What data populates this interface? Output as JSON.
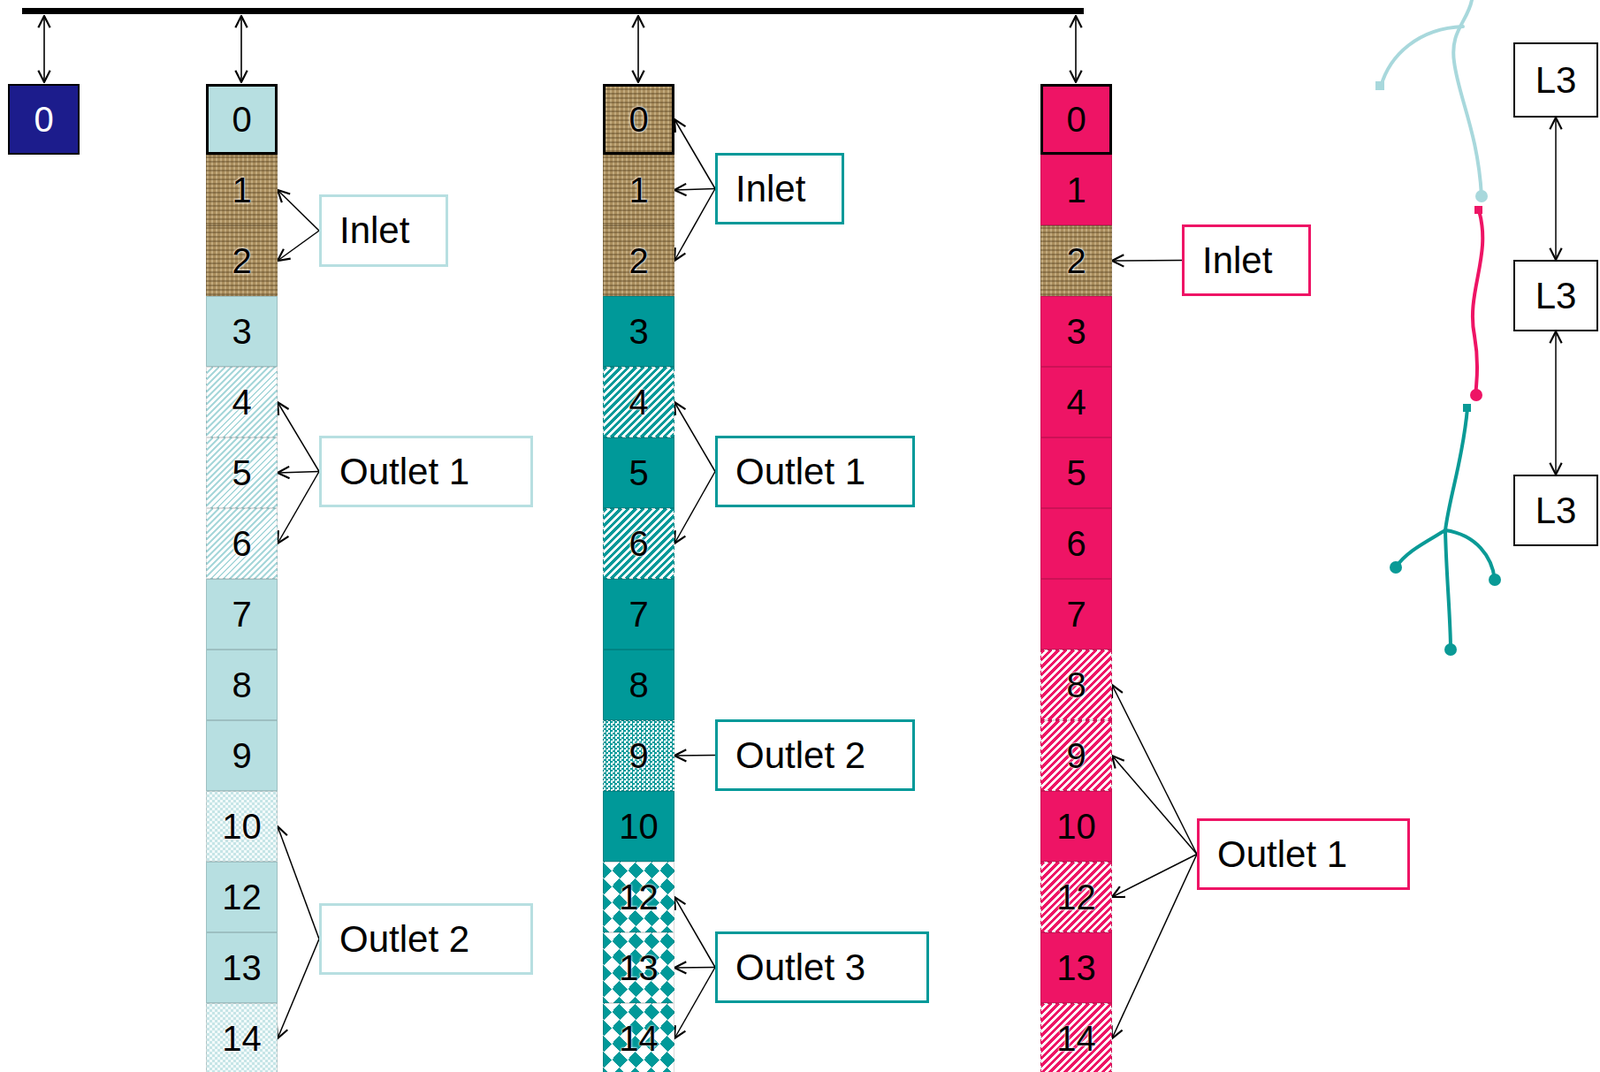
{
  "diagram": {
    "nodes": [
      {
        "text": [
          "0"
        ]
      },
      {
        "text": [
          "0"
        ]
      },
      {
        "text": [
          "1"
        ]
      },
      {
        "text": [
          "2"
        ]
      },
      {
        "text": [
          "3"
        ]
      },
      {
        "text": [
          "4"
        ]
      },
      {
        "text": [
          "5"
        ]
      },
      {
        "text": [
          "6"
        ]
      },
      {
        "text": [
          "7"
        ]
      },
      {
        "text": [
          "8"
        ]
      },
      {
        "text": [
          "9"
        ]
      },
      {
        "text": [
          "10"
        ]
      },
      {
        "text": [
          "12"
        ]
      },
      {
        "text": [
          "13"
        ]
      },
      {
        "text": [
          "14"
        ]
      },
      {
        "text": [
          "Inlet"
        ]
      },
      {
        "text": [
          "Outlet 1"
        ]
      },
      {
        "text": [
          "Outlet 2"
        ]
      },
      {
        "text": [
          "0"
        ]
      },
      {
        "text": [
          "1"
        ]
      },
      {
        "text": [
          "2"
        ]
      },
      {
        "text": [
          "3"
        ]
      },
      {
        "text": [
          "4"
        ]
      },
      {
        "text": [
          "5"
        ]
      },
      {
        "text": [
          "6"
        ]
      },
      {
        "text": [
          "7"
        ]
      },
      {
        "text": [
          "8"
        ]
      },
      {
        "text": [
          "9"
        ]
      },
      {
        "text": [
          "10"
        ]
      },
      {
        "text": [
          "12"
        ]
      },
      {
        "text": [
          "13"
        ]
      },
      {
        "text": [
          "14"
        ]
      },
      {
        "text": [
          "Inlet"
        ]
      },
      {
        "text": [
          "Outlet 1"
        ]
      },
      {
        "text": [
          "Outlet 2"
        ]
      },
      {
        "text": [
          "Outlet 3"
        ]
      },
      {
        "text": [
          "0"
        ]
      },
      {
        "text": [
          "1"
        ]
      },
      {
        "text": [
          "2"
        ]
      },
      {
        "text": [
          "3"
        ]
      },
      {
        "text": [
          "4"
        ]
      },
      {
        "text": [
          "5"
        ]
      },
      {
        "text": [
          "6"
        ]
      },
      {
        "text": [
          "7"
        ]
      },
      {
        "text": [
          "8"
        ]
      },
      {
        "text": [
          "9"
        ]
      },
      {
        "text": [
          "10"
        ]
      },
      {
        "text": [
          "12"
        ]
      },
      {
        "text": [
          "13"
        ]
      },
      {
        "text": [
          "14"
        ]
      },
      {
        "text": [
          "Inlet"
        ]
      },
      {
        "text": [
          "Outlet 1"
        ]
      },
      {
        "text": [
          "L3"
        ]
      },
      {
        "text": [
          "L3"
        ]
      },
      {
        "text": [
          "L3"
        ]
      }
    ],
    "edges": [
      {
        "from": 15,
        "to": 2,
        "arrow": "to"
      },
      {
        "from": 15,
        "to": 3,
        "arrow": "to"
      },
      {
        "from": 16,
        "to": 5,
        "arrow": "to"
      },
      {
        "from": 16,
        "to": 6,
        "arrow": "to"
      },
      {
        "from": 16,
        "to": 7,
        "arrow": "to"
      },
      {
        "from": 17,
        "to": 11,
        "arrow": "to"
      },
      {
        "from": 17,
        "to": 14,
        "arrow": "to"
      },
      {
        "from": 1,
        "to": 5,
        "arrow": "both"
      },
      {
        "from": 1,
        "to": 6,
        "arrow": "both"
      },
      {
        "from": 1,
        "to": 7,
        "arrow": "both"
      },
      {
        "from": 1,
        "to": 11,
        "arrow": "both"
      },
      {
        "from": 1,
        "to": 14,
        "arrow": "both"
      },
      {
        "from": 32,
        "to": 18,
        "arrow": "to"
      },
      {
        "from": 32,
        "to": 19,
        "arrow": "to"
      },
      {
        "from": 32,
        "to": 20,
        "arrow": "to"
      },
      {
        "from": 33,
        "to": 22,
        "arrow": "to"
      },
      {
        "from": 33,
        "to": 24,
        "arrow": "to"
      },
      {
        "from": 34,
        "to": 27,
        "arrow": "to"
      },
      {
        "from": 35,
        "to": 29,
        "arrow": "to"
      },
      {
        "from": 35,
        "to": 30,
        "arrow": "to"
      },
      {
        "from": 35,
        "to": 31,
        "arrow": "to"
      },
      {
        "from": 50,
        "to": 38,
        "arrow": "to"
      },
      {
        "from": 51,
        "to": 44,
        "arrow": "to"
      },
      {
        "from": 51,
        "to": 45,
        "arrow": "to"
      },
      {
        "from": 51,
        "to": 47,
        "arrow": "to"
      },
      {
        "from": 51,
        "to": 49,
        "arrow": "to"
      },
      {
        "from": 52,
        "to": 53,
        "arrow": "both"
      },
      {
        "from": 53,
        "to": 54,
        "arrow": "both"
      }
    ]
  }
}
